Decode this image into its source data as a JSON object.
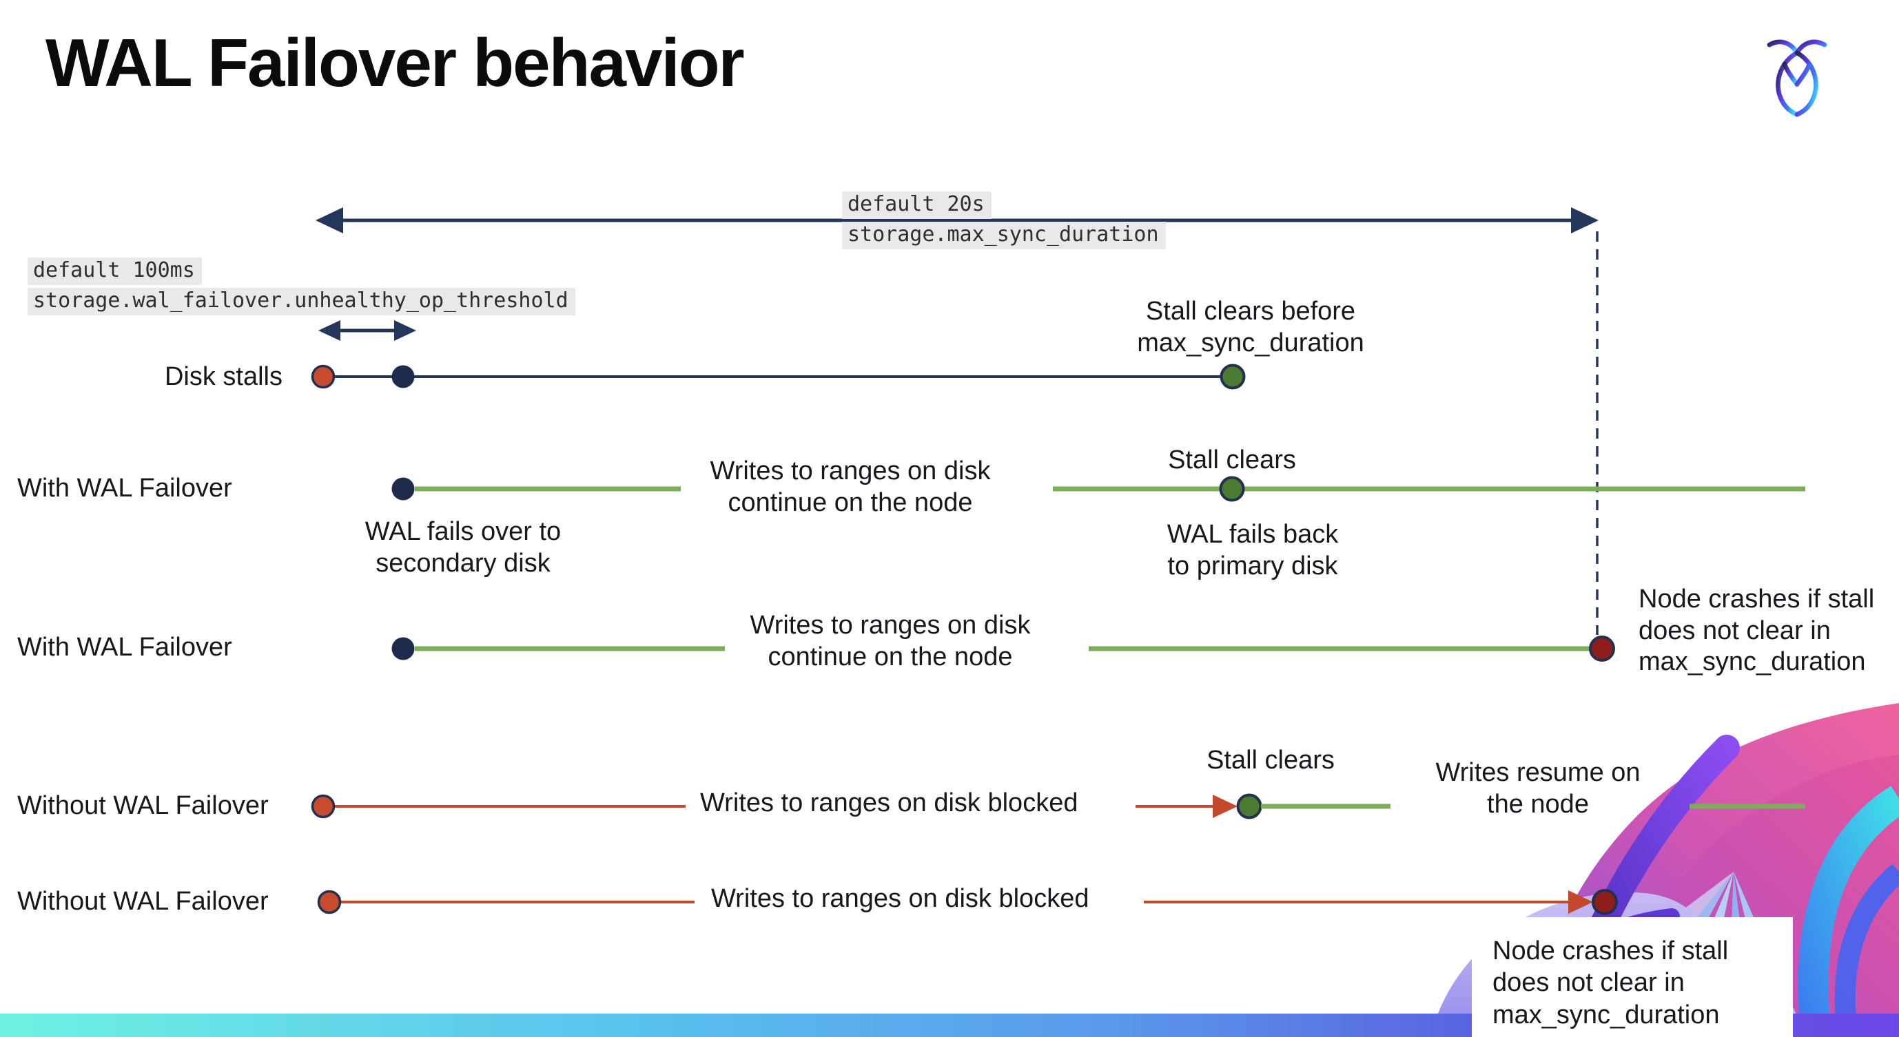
{
  "title": "WAL Failover behavior",
  "settings": {
    "max_sync": {
      "default_label": "default 20s",
      "name": "storage.max_sync_duration"
    },
    "unhealthy_op": {
      "default_label": "default 100ms",
      "name": "storage.wal_failover.unhealthy_op_threshold"
    }
  },
  "rows": {
    "disk_stalls": "Disk stalls",
    "with_failover_1": "With WAL Failover",
    "with_failover_2": "With WAL Failover",
    "without_failover_1": "Without WAL Failover",
    "without_failover_2": "Without WAL Failover"
  },
  "events": {
    "stall_clears_before": "Stall clears before\nmax_sync_duration",
    "stall_clears_1": "Stall clears",
    "stall_clears_2": "Stall clears",
    "wal_fails_over": "WAL fails over to\nsecondary disk",
    "wal_fails_back": "WAL fails  back\nto primary disk",
    "writes_continue_1": "Writes to ranges on disk\ncontinue on the node",
    "writes_continue_2": "Writes to ranges on disk\ncontinue on the node",
    "writes_blocked_1": "Writes to ranges on disk  blocked",
    "writes_blocked_2": "Writes to ranges on disk  blocked",
    "writes_resume": "Writes resume on\nthe node",
    "node_crashes_1": "Node crashes if stall\ndoes not clear in\nmax_sync_duration",
    "node_crashes_2": "Node crashes if stall\ndoes not clear in\nmax_sync_duration"
  },
  "colors": {
    "navy": "#24365b",
    "navy_dot": "#1f2b4d",
    "green_line": "#7bad5b",
    "green_dot": "#4d7a31",
    "red_line": "#c2492d",
    "red_dot": "#c74b2e",
    "dark_red_dot": "#8e1e1c",
    "label_bg": "#e9e9e9",
    "bar_gradient": [
      "#6ff1e2",
      "#59c4ee",
      "#5a9aec",
      "#5a62e0",
      "#6c47e8"
    ]
  }
}
